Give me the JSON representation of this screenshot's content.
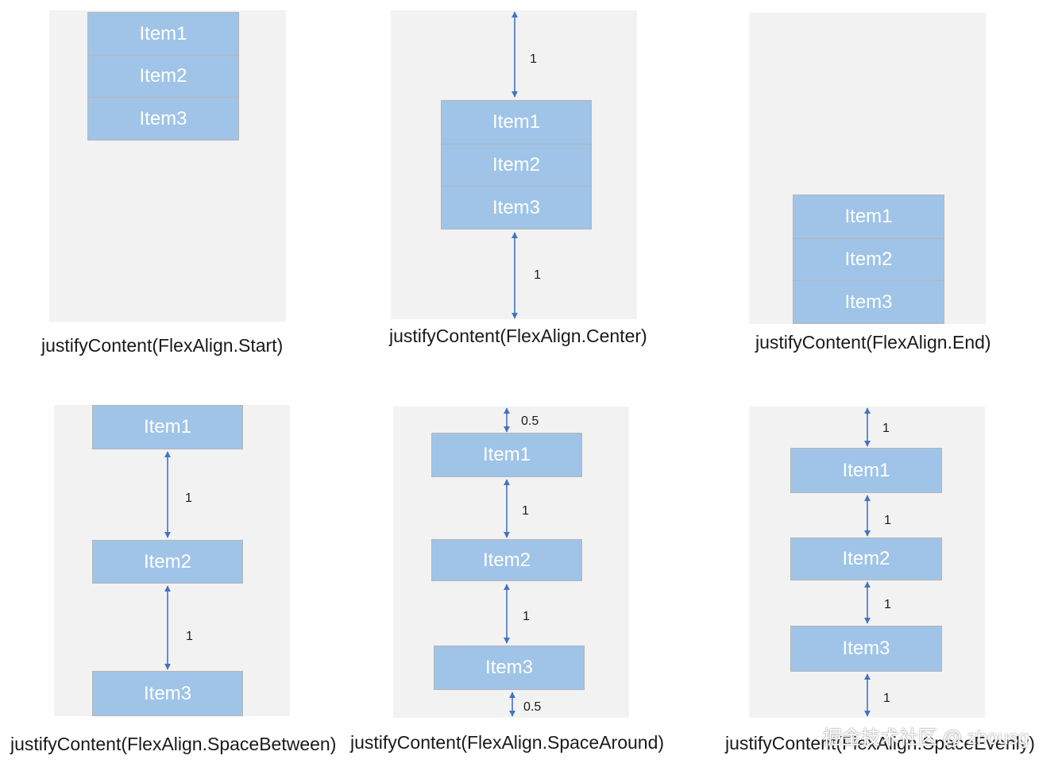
{
  "accent": "#4472c4",
  "item_fill": "#9fc4e8",
  "items": [
    "Item1",
    "Item2",
    "Item3"
  ],
  "captions": {
    "start": "justifyContent(FlexAlign.Start)",
    "center": "justifyContent(FlexAlign.Center)",
    "end": "justifyContent(FlexAlign.End)",
    "space_between": "justifyContent(FlexAlign.SpaceBetween)",
    "space_around": "justifyContent(FlexAlign.SpaceAround)",
    "space_evenly": "justifyContent(FlexAlign.SpaceEvenly)"
  },
  "gaps": {
    "center": [
      "1",
      "1"
    ],
    "space_between": [
      "1",
      "1"
    ],
    "space_around": [
      "0.5",
      "1",
      "1",
      "0.5"
    ],
    "space_evenly": [
      "1",
      "1",
      "1",
      "1"
    ]
  },
  "watermark": "掘金技术社区 @ zhousg"
}
